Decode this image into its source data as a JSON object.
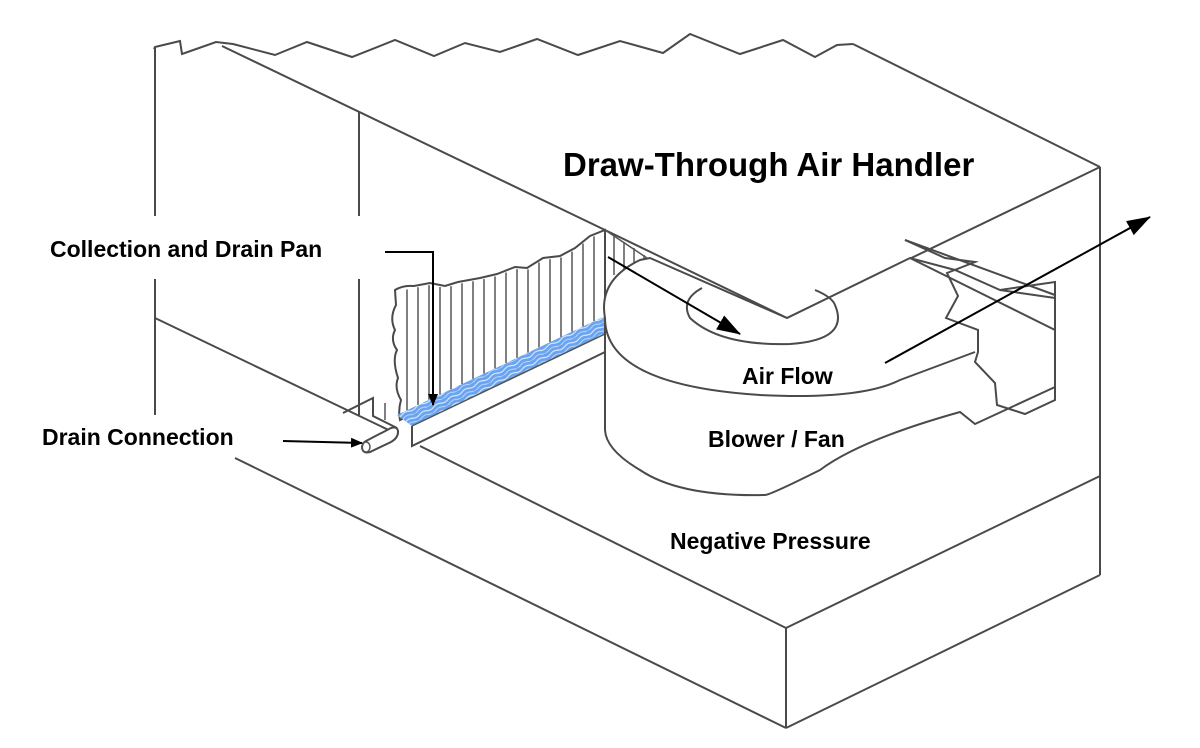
{
  "diagram": {
    "title": "Draw-Through Air Handler",
    "labels": {
      "collection_drain_pan": "Collection and Drain Pan",
      "drain_connection": "Drain Connection",
      "air_flow": "Air Flow",
      "blower_fan": "Blower / Fan",
      "negative_pressure": "Negative Pressure"
    },
    "components": [
      {
        "id": "cabinet",
        "name": "Air handler cabinet (cutaway)"
      },
      {
        "id": "coil",
        "name": "Cooling coil fins (vertical hatch)"
      },
      {
        "id": "drain-pan",
        "name": "Collection and drain pan with condensate water"
      },
      {
        "id": "drain-pipe",
        "name": "Drain connection pipe"
      },
      {
        "id": "blower",
        "name": "Blower / Fan housing"
      }
    ],
    "arrows": [
      {
        "id": "air-in",
        "description": "Air flow into blower inlet"
      },
      {
        "id": "air-out",
        "description": "Air flow discharged out of unit"
      },
      {
        "id": "pan-callout",
        "description": "Leader to collection and drain pan"
      },
      {
        "id": "drain-callout",
        "description": "Leader to drain connection"
      }
    ],
    "colors": {
      "line": "#4a4a4a",
      "water": "#6aa4f0",
      "text": "#000000"
    }
  }
}
